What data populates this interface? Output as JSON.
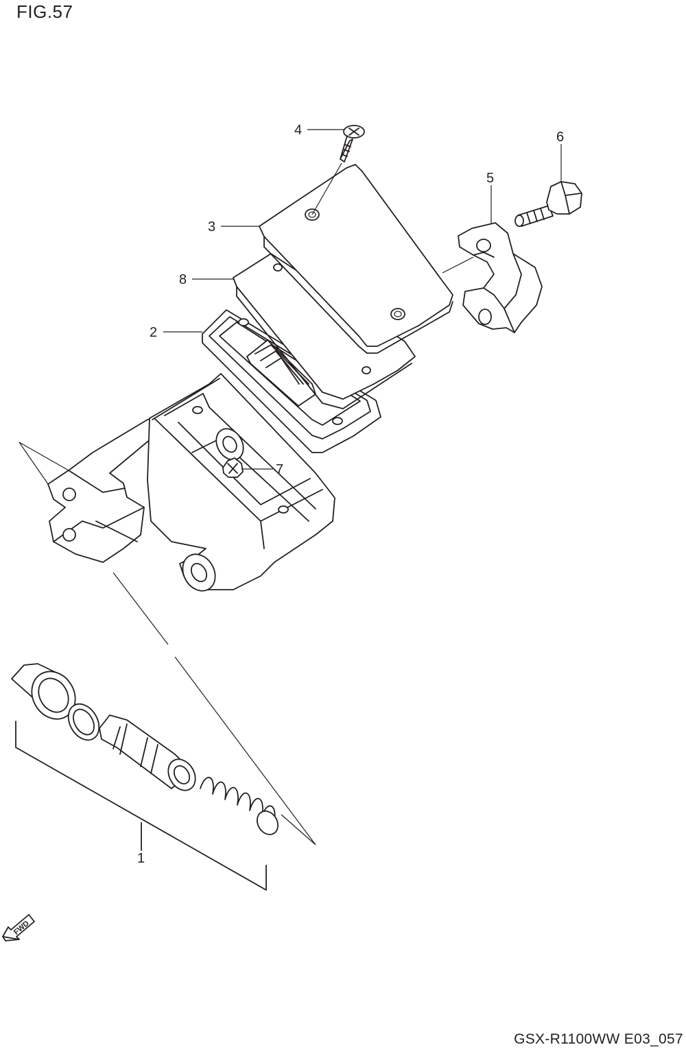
{
  "figure": {
    "title": "FIG.57"
  },
  "footer": {
    "code": "GSX-R1100WW  E03_057"
  },
  "callouts": [
    {
      "id": "1",
      "label": "1"
    },
    {
      "id": "2",
      "label": "2"
    },
    {
      "id": "3",
      "label": "3"
    },
    {
      "id": "4",
      "label": "4"
    },
    {
      "id": "5",
      "label": "5"
    },
    {
      "id": "6",
      "label": "6"
    },
    {
      "id": "7",
      "label": "7"
    },
    {
      "id": "8",
      "label": "8"
    }
  ],
  "direction_marker": {
    "label": "FWD",
    "icon": "fwd-arrow-icon"
  }
}
